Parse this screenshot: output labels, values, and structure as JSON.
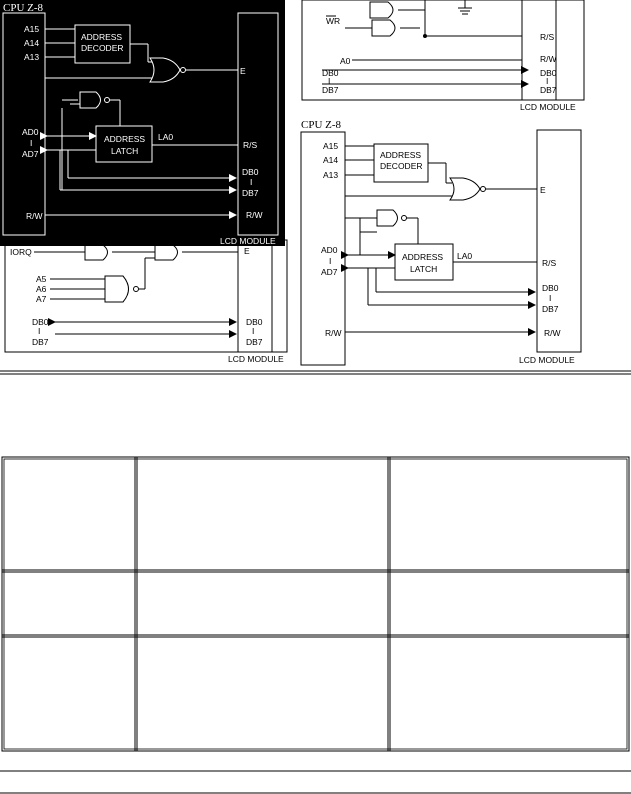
{
  "panel_z8_dark": {
    "title": "CPU  Z-8",
    "addr_inputs": [
      "A15",
      "A14",
      "A13"
    ],
    "decoder_line1": "ADDRESS",
    "decoder_line2": "DECODER",
    "latch_line1": "ADDRESS",
    "latch_line2": "LATCH",
    "latch_out": "LA0",
    "ad_top": "AD0",
    "ad_sep": "I",
    "ad_bot": "AD7",
    "rw_left": "R/W",
    "rw_right": "R/W",
    "pin_e": "E",
    "pin_rs": "R/S",
    "db_top": "DB0",
    "db_sep": "I",
    "db_bot": "DB7",
    "module": "LCD MODULE"
  },
  "panel_top_right": {
    "wr": "WR",
    "a0": "A0",
    "pin_rs": "R/S",
    "pin_rw": "R/W",
    "db_top_l": "DB0",
    "db_sep_l": "I",
    "db_bot_l": "DB7",
    "db_top_r": "DB0",
    "db_sep_r": "I",
    "db_bot_r": "DB7",
    "module": "LCD  MODULE"
  },
  "panel_bottom_left": {
    "iorq": "IORQ",
    "addr_inputs": [
      "A5",
      "A6",
      "A7"
    ],
    "pin_e": "E",
    "db_top_l": "DB0",
    "db_sep_l": "I",
    "db_bot_l": "DB7",
    "db_top_r": "DB0",
    "db_sep_r": "I",
    "db_bot_r": "DB7",
    "module": "LCD  MODULE"
  },
  "panel_z8_light": {
    "title": "CPU  Z-8",
    "addr_inputs": [
      "A15",
      "A14",
      "A13"
    ],
    "decoder_line1": "ADDRESS",
    "decoder_line2": "DECODER",
    "latch_line1": "ADDRESS",
    "latch_line2": "LATCH",
    "latch_out": "LA0",
    "ad_top": "AD0",
    "ad_sep": "I",
    "ad_bot": "AD7",
    "rw_left": "R/W",
    "rw_right": "R/W",
    "pin_e": "E",
    "pin_rs": "R/S",
    "db_top": "DB0",
    "db_sep": "I",
    "db_bot": "DB7",
    "module": "LCD  MODULE"
  }
}
